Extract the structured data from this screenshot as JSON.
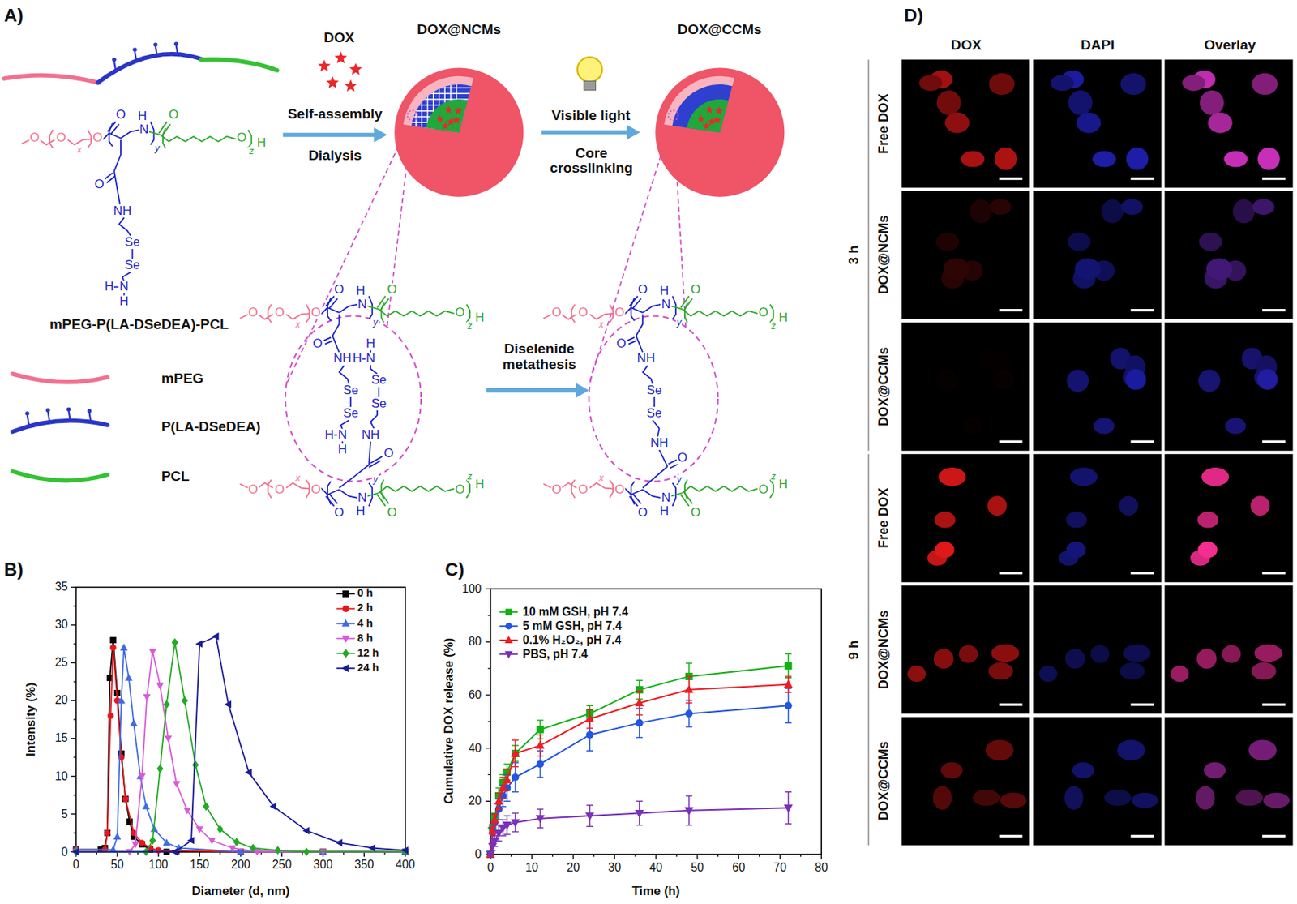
{
  "diagram": {
    "nodes": [
      {
        "text": [
          "DOX@NCMs"
        ]
      },
      {
        "text": [
          "DOX@CCMs"
        ]
      }
    ],
    "edges": [
      {
        "from": 0,
        "to": 1,
        "arrow": "to",
        "label": "Visible light"
      }
    ],
    "labels": [
      "A)",
      "B)",
      "C)",
      "D)",
      "DOX",
      "Self-assembly",
      "Dialysis",
      "Core crosslinking",
      "mPEG-P(LA-DSeDEA)-PCL",
      "Diselenide metathesis",
      "O",
      "O",
      "x",
      "O",
      "O",
      "H",
      "N",
      "y",
      "O",
      "O",
      "z",
      "H",
      "O",
      "NH",
      "Se",
      "Se",
      "H",
      "N",
      "H",
      "O",
      "O",
      "x",
      "O",
      "O",
      "H",
      "N",
      "y",
      "O",
      "O",
      "z",
      "H",
      "O",
      "NH",
      "Se",
      "Se",
      "H",
      "N",
      "H",
      "O",
      "O",
      "x",
      "O",
      "O",
      "H",
      "N",
      "y",
      "O",
      "O",
      "z",
      "H",
      "O",
      "NH",
      "Se",
      "Se",
      "N",
      "H",
      "H",
      "O",
      "O",
      "x",
      "O",
      "O",
      "H",
      "N",
      "y",
      "O",
      "O",
      "z",
      "H",
      "O",
      "O",
      "x",
      "O",
      "O",
      "H",
      "N",
      "y",
      "O",
      "O",
      "z",
      "H",
      "O",
      "NH",
      "Se",
      "Se",
      "NH",
      "O",
      "0",
      "50",
      "100",
      "150",
      "200",
      "250",
      "300",
      "350",
      "400",
      "0",
      "5",
      "10",
      "15",
      "20",
      "25",
      "30",
      "35",
      "Diameter (d, nm)",
      "Intensity (%)",
      "0",
      "10",
      "20",
      "30",
      "40",
      "50",
      "60",
      "70",
      "80",
      "0",
      "20",
      "40",
      "60",
      "80",
      "100",
      "Time (h)",
      "Cumulative DOX release (%)",
      "DOX",
      "DAPI",
      "Overlay",
      "Free DOX",
      "DOX@NCMs",
      "DOX@CCMs",
      "Free DOX",
      "DOX@NCMs",
      "DOX@CCMs",
      "3 h",
      "9 h"
    ],
    "legend": [
      {
        "text": "mPEG"
      },
      {
        "text": "P(LA-DSeDEA)"
      },
      {
        "text": "PCL"
      },
      {
        "text": "0 h"
      },
      {
        "text": "2 h"
      },
      {
        "text": "4 h"
      },
      {
        "text": "8 h"
      },
      {
        "text": "12 h"
      },
      {
        "text": "24 h"
      },
      {
        "text": "10 mM GSH, pH 7.4"
      },
      {
        "text": "5 mM GSH, pH 7.4"
      },
      {
        "text": "0.1% H₂O₂, pH 7.4"
      },
      {
        "text": "PBS, pH 7.4"
      }
    ]
  }
}
